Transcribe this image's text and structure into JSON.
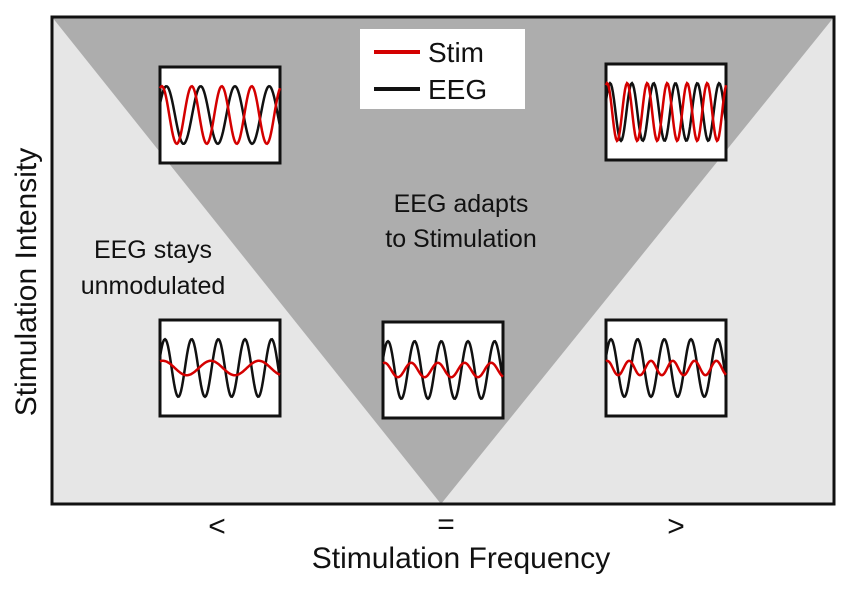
{
  "axes": {
    "x_label": "Stimulation Frequency",
    "y_label": "Stimulation Intensity",
    "x_ticks": [
      "<",
      "=",
      ">"
    ]
  },
  "regions": {
    "adapted": [
      "EEG adapts",
      "to Stimulation"
    ],
    "unmodulated": [
      "EEG stays",
      "unmodulated"
    ]
  },
  "legend": [
    {
      "label": "Stim",
      "color": "#d40000"
    },
    {
      "label": "EEG",
      "color": "#111111"
    }
  ],
  "colors": {
    "outer_region": "#e6e6e6",
    "adapt_region": "#adadad",
    "frame": "#111111"
  },
  "insets": [
    {
      "id": "low-freq-high-intensity",
      "stim_amp": 1.0,
      "stim_cycles": 4,
      "eeg_cycles": 3.5
    },
    {
      "id": "high-freq-high-intensity",
      "stim_amp": 1.0,
      "stim_cycles": 6,
      "eeg_cycles": 5.5
    },
    {
      "id": "low-freq-low-intensity",
      "stim_amp": 0.25,
      "stim_cycles": 2.5,
      "eeg_cycles": 4.5
    },
    {
      "id": "equal-freq-low-intensity",
      "stim_amp": 0.25,
      "stim_cycles": 4.5,
      "eeg_cycles": 4.5
    },
    {
      "id": "high-freq-low-intensity",
      "stim_amp": 0.25,
      "stim_cycles": 5.5,
      "eeg_cycles": 4.5
    }
  ]
}
